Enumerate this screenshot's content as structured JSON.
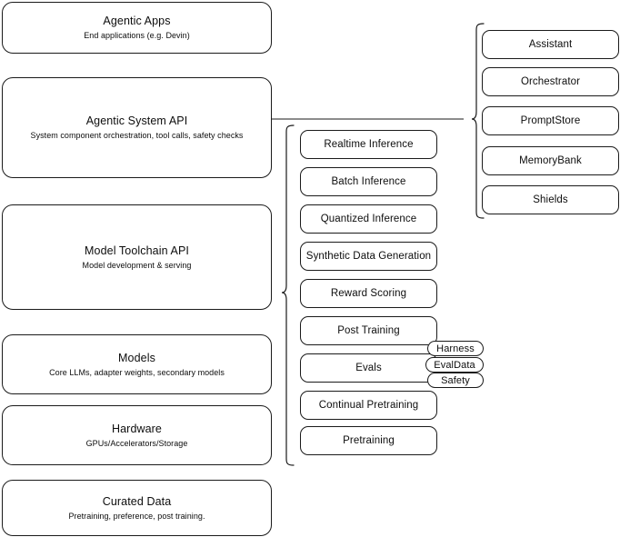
{
  "diagram": {
    "title": "AI Stack Layers Diagram",
    "stroke_color": "#1a1a1a",
    "text_color": "#0d0d0d",
    "background_color": "#ffffff",
    "layers": [
      {
        "id": "agentic-apps",
        "title": "Agentic Apps",
        "subtitle": "End applications (e.g. Devin)"
      },
      {
        "id": "agentic-system-api",
        "title": "Agentic System API",
        "subtitle": "System component orchestration, tool calls, safety checks"
      },
      {
        "id": "model-toolchain-api",
        "title": "Model Toolchain API",
        "subtitle": "Model development & serving"
      },
      {
        "id": "models",
        "title": "Models",
        "subtitle": "Core LLMs, adapter weights, secondary models"
      },
      {
        "id": "hardware",
        "title": "Hardware",
        "subtitle": "GPUs/Accelerators/Storage"
      },
      {
        "id": "curated-data",
        "title": "Curated Data",
        "subtitle": "Pretraining, preference, post training."
      }
    ],
    "toolchain_capabilities": [
      {
        "id": "realtime-inference",
        "label": "Realtime Inference"
      },
      {
        "id": "batch-inference",
        "label": "Batch Inference"
      },
      {
        "id": "quantized-inference",
        "label": "Quantized Inference"
      },
      {
        "id": "synthetic-data-generation",
        "label": "Synthetic Data Generation"
      },
      {
        "id": "reward-scoring",
        "label": "Reward Scoring"
      },
      {
        "id": "post-training",
        "label": "Post Training"
      },
      {
        "id": "evals",
        "label": "Evals"
      },
      {
        "id": "continual-pretraining",
        "label": "Continual Pretraining"
      },
      {
        "id": "pretraining",
        "label": "Pretraining"
      }
    ],
    "evals_tags": [
      {
        "id": "harness",
        "label": "Harness"
      },
      {
        "id": "evaldata",
        "label": "EvalData"
      },
      {
        "id": "safety",
        "label": "Safety"
      }
    ],
    "agentic_components": [
      {
        "id": "assistant",
        "label": "Assistant"
      },
      {
        "id": "orchestrator",
        "label": "Orchestrator"
      },
      {
        "id": "promptstore",
        "label": "PromptStore"
      },
      {
        "id": "memorybank",
        "label": "MemoryBank"
      },
      {
        "id": "shields",
        "label": "Shields"
      }
    ]
  }
}
